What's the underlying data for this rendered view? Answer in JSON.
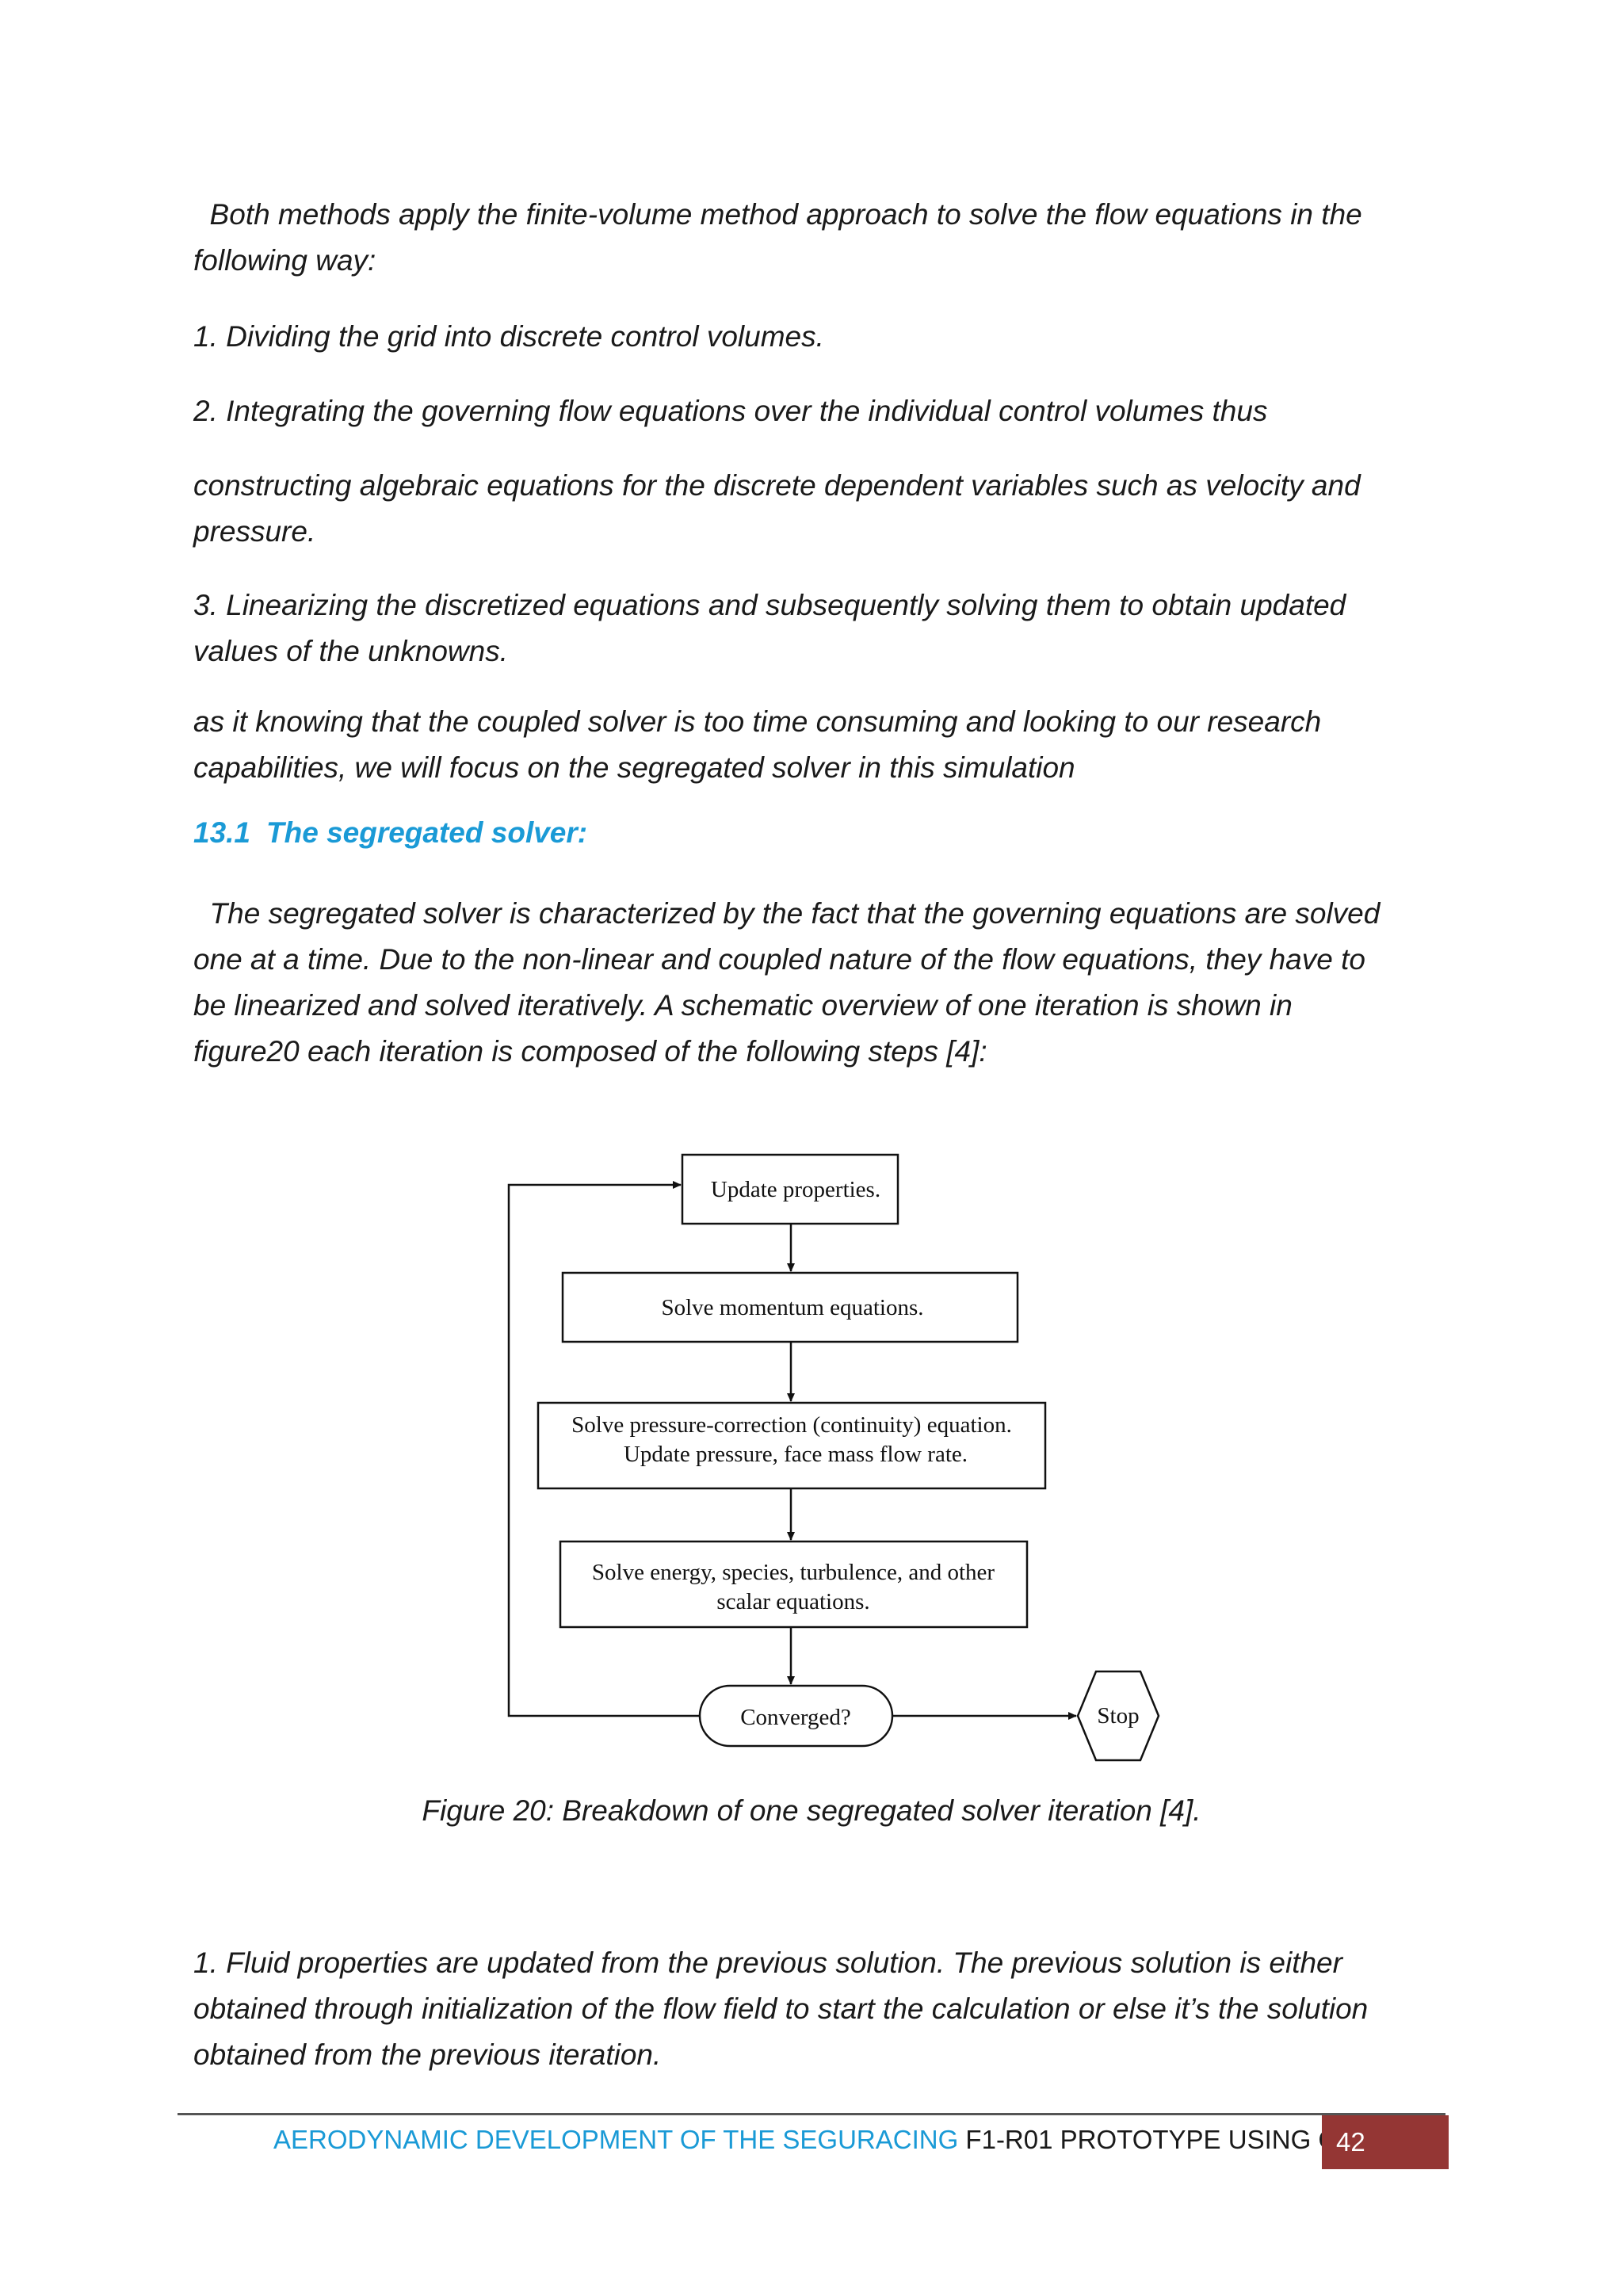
{
  "paragraphs": {
    "intro_line1": "  Both methods apply the finite-volume method approach to solve the flow equations in the",
    "intro_line2": "following way:",
    "step1": "1. Dividing the grid into discrete control volumes.",
    "step2": "2. Integrating the governing flow equations over the individual control volumes thus",
    "step2b_line1": "constructing algebraic equations for the discrete dependent variables such as velocity and",
    "step2b_line2": "pressure.",
    "step3_line1": "3. Linearizing the discretized equations and subsequently solving them to obtain updated",
    "step3_line2": "values of the unknowns.",
    "note_line1": "as it knowing that the coupled solver is too time consuming and looking to our research",
    "note_line2": "capabilities, we will focus on the segregated solver in this simulation",
    "seg_line1": "  The segregated solver is characterized by the fact that the governing equations are solved",
    "seg_line2": "one at a time. Due to the non-linear and coupled nature of the flow equations, they have to",
    "seg_line3": "be linearized and solved iteratively. A schematic overview of one iteration is shown in",
    "seg_line4": "figure20  each iteration is composed of the following steps [4]:",
    "fluid_line1": "1. Fluid properties are updated from the previous solution. The previous solution is either",
    "fluid_line2": "obtained through initialization of the flow field to start the calculation or else it’s the solution",
    "fluid_line3": "obtained from the previous iteration."
  },
  "heading": {
    "number": "13.1",
    "title": "The segregated solver:"
  },
  "flowchart": {
    "update": "Update properties.",
    "momentum": "Solve momentum equations.",
    "pressure_line1": "Solve pressure-correction (continuity) equation.",
    "pressure_line2": "Update pressure, face mass flow rate.",
    "energy_line1": "Solve energy, species, turbulence, and other",
    "energy_line2": "scalar equations.",
    "converged": "Converged?",
    "stop": "Stop"
  },
  "caption": "Figure 20: Breakdown of one segregated solver iteration [4].",
  "footer": {
    "title_blue": "AERODYNAMIC DEVELOPMENT OF THE SEGURACING",
    "title_dark": " F1-R01 PROTOTYPE USING CFD",
    "page_number": "42"
  },
  "colors": {
    "heading": "#1a9ad6",
    "footer_blue": "#1a9ad6",
    "page_badge": "#943634"
  }
}
